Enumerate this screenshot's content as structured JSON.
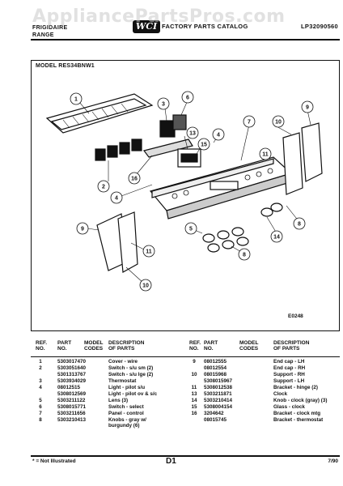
{
  "watermark": "AppliancePartsPros.com",
  "header": {
    "brand": "FRIGIDAIRE",
    "product": "RANGE",
    "logo": "WCI",
    "catalog_title": "FACTORY PARTS CATALOG",
    "catalog_code": "LP32090560"
  },
  "model_line": "MODEL RES34BNW1",
  "diagram": {
    "code": "E0248",
    "callouts": [
      "1",
      "2",
      "3",
      "4",
      "5",
      "6",
      "7",
      "8",
      "9",
      "10",
      "11",
      "13",
      "14",
      "15",
      "16"
    ]
  },
  "table": {
    "headers": {
      "ref_no": "REF.\nNO.",
      "part_no": "PART\nNO.",
      "model_codes": "MODEL\nCODES",
      "description": "DESCRIPTION\nOF PARTS"
    },
    "left_rows": [
      {
        "ref": "1",
        "part": "5303017470",
        "desc": "Cover - wire"
      },
      {
        "ref": "2",
        "part": "5303051640",
        "desc": "Switch - s/u sm (2)"
      },
      {
        "ref": "",
        "part": "5301313767",
        "desc": "Switch - s/u lge (2)"
      },
      {
        "ref": "3",
        "part": "5303934029",
        "desc": "Thermostat"
      },
      {
        "ref": "4",
        "part": "08012515",
        "desc": "Light - pilot s/u"
      },
      {
        "ref": "",
        "part": "5308012569",
        "desc": "Light - pilot ov & s/c"
      },
      {
        "ref": "5",
        "part": "5303211122",
        "desc": "Lens (3)"
      },
      {
        "ref": "6",
        "part": "5308015771",
        "desc": "Switch - select"
      },
      {
        "ref": "7",
        "part": "5303211656",
        "desc": "Panel - control"
      },
      {
        "ref": "8",
        "part": "5303210413",
        "desc": "Knobs - gray w/\nburgundy (6)"
      }
    ],
    "right_rows": [
      {
        "ref": "9",
        "part": "08012555",
        "desc": "End cap - LH"
      },
      {
        "ref": "",
        "part": "08012554",
        "desc": "End cap - RH"
      },
      {
        "ref": "10",
        "part": "08015968",
        "desc": "Support - RH"
      },
      {
        "ref": "",
        "part": "5308015967",
        "desc": "Support - LH"
      },
      {
        "ref": "11",
        "part": "5308012538",
        "desc": "Bracket - hinge (2)"
      },
      {
        "ref": "13",
        "part": "5303211871",
        "desc": "Clock"
      },
      {
        "ref": "14",
        "part": "5303210414",
        "desc": "Knob - clock (gray) (3)"
      },
      {
        "ref": "15",
        "part": "5308004154",
        "desc": "Glass - clock"
      },
      {
        "ref": "16",
        "part": "3204642",
        "desc": "Bracket - clock mtg"
      },
      {
        "ref": "",
        "part": "08015745",
        "desc": "Bracket - thermostat"
      }
    ]
  },
  "footer": {
    "note": "* = Not Illustrated",
    "page": "D1",
    "date": "7/90"
  }
}
